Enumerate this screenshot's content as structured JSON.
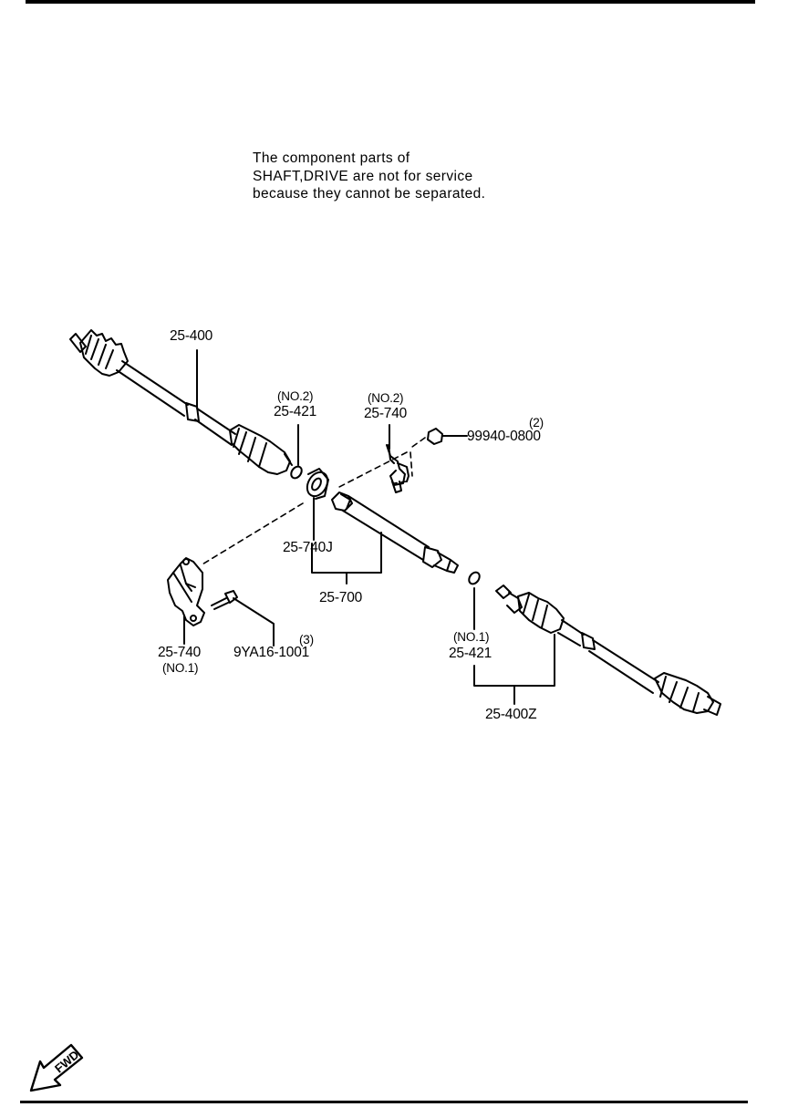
{
  "note": {
    "line1": "The component parts of",
    "line2": "SHAFT,DRIVE are not for service",
    "line3": "because they cannot be separated."
  },
  "labels": {
    "shaft_left": "25-400",
    "clip_no2_qual": "(NO.2)",
    "clip_no2_num": "25-421",
    "bracket_no2_qual": "(NO.2)",
    "bracket_no2_num": "25-740",
    "nut_qty": "(2)",
    "nut_num": "99940-0800",
    "bearing": "25-740J",
    "joint_shaft": "25-700",
    "bracket_no1_num": "25-740",
    "bracket_no1_qual": "(NO.1)",
    "bolt_qty": "(3)",
    "bolt_num": "9YA16-1001",
    "clip_no1_qual": "(NO.1)",
    "clip_no1_num": "25-421",
    "shaft_right": "25-400Z"
  },
  "fwd_arrow": {
    "text": "FWD",
    "icon": "fwd-arrow-icon"
  }
}
